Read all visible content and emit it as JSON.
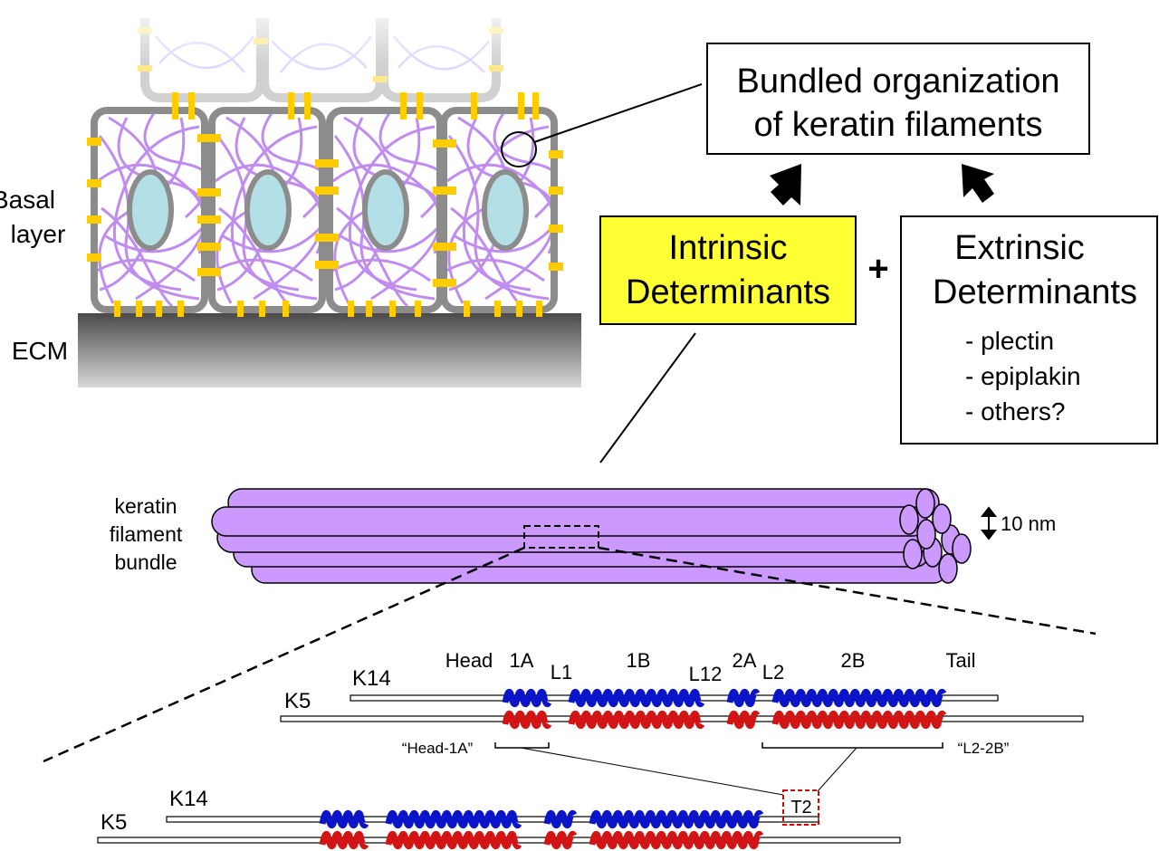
{
  "labels": {
    "basal_line1": "Basal",
    "basal_line2": "layer",
    "ecm": "ECM",
    "bundle_line1": "keratin",
    "bundle_line2": "filament",
    "bundle_line3": "bundle",
    "scale": "10 nm"
  },
  "boxes": {
    "bundled_line1": "Bundled organization",
    "bundled_line2": "of keratin filaments",
    "intrinsic_line1": "Intrinsic",
    "intrinsic_line2": "Determinants",
    "plus": "+",
    "extrinsic_line1": "Extrinsic",
    "extrinsic_line2": "Determinants",
    "extrinsic_items": [
      "- plectin",
      "- epiplakin",
      "- others?"
    ]
  },
  "domains": {
    "head": "Head",
    "d1a": "1A",
    "l1": "L1",
    "d1b": "1B",
    "l12": "L12",
    "d2a": "2A",
    "l2": "L2",
    "d2b": "2B",
    "tail": "Tail",
    "k14": "K14",
    "k5": "K5",
    "head1a": "“Head-1A”",
    "l22b": "“L2-2B”",
    "t2": "T2"
  },
  "colors": {
    "k14_helix": "#0a14c8",
    "k5_helix": "#d21414",
    "filament": "#cc99ff",
    "intrinsic_box": "#ffff33",
    "nucleus": "#b3e0e6",
    "cell_outline": "#8c8c8c",
    "desmosome": "#ffcc00",
    "t2_box": "#dd0000"
  }
}
